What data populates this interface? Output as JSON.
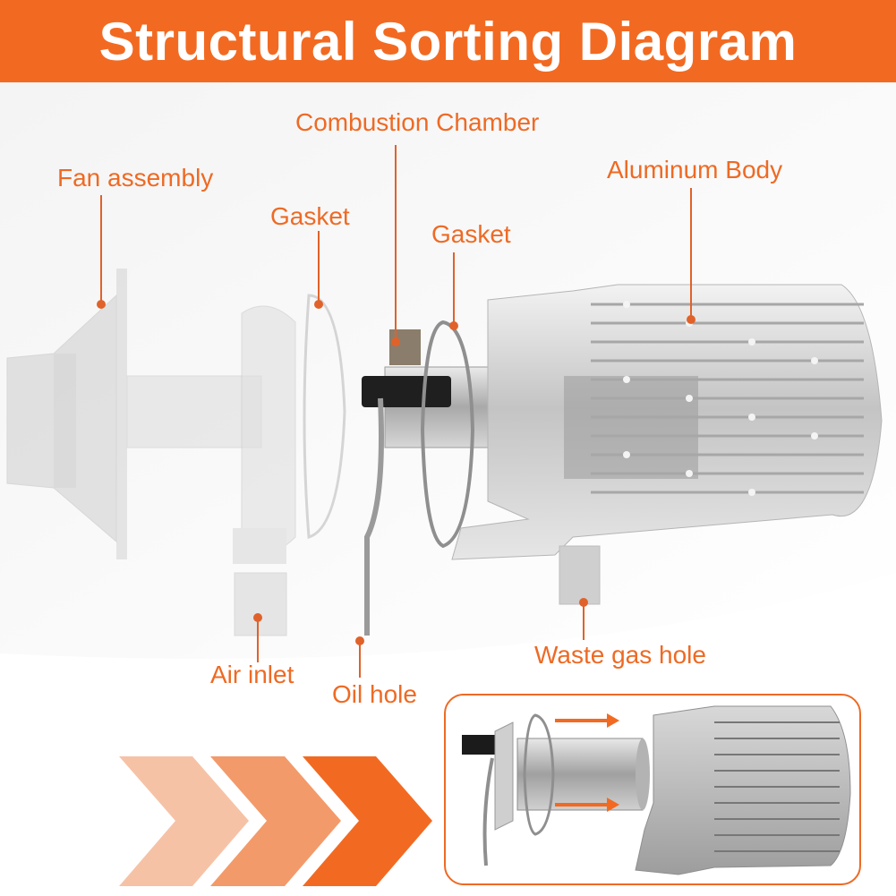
{
  "title": "Structural Sorting Diagram",
  "labels": {
    "fan_assembly": "Fan assembly",
    "gasket_left": "Gasket",
    "combustion_chamber": "Combustion Chamber",
    "gasket_right": "Gasket",
    "aluminum_body": "Aluminum Body",
    "air_inlet": "Air inlet",
    "oil_hole": "Oil hole",
    "waste_gas_hole": "Waste gas hole"
  },
  "colors": {
    "accent": "#f26a22",
    "banner_text": "#ffffff",
    "label_text": "#ee6a24",
    "chevron_light": "#f6c2a6",
    "chevron_mid": "#f39a6a",
    "chevron_dark": "#f26a22",
    "metal": "#c9c9c9"
  }
}
